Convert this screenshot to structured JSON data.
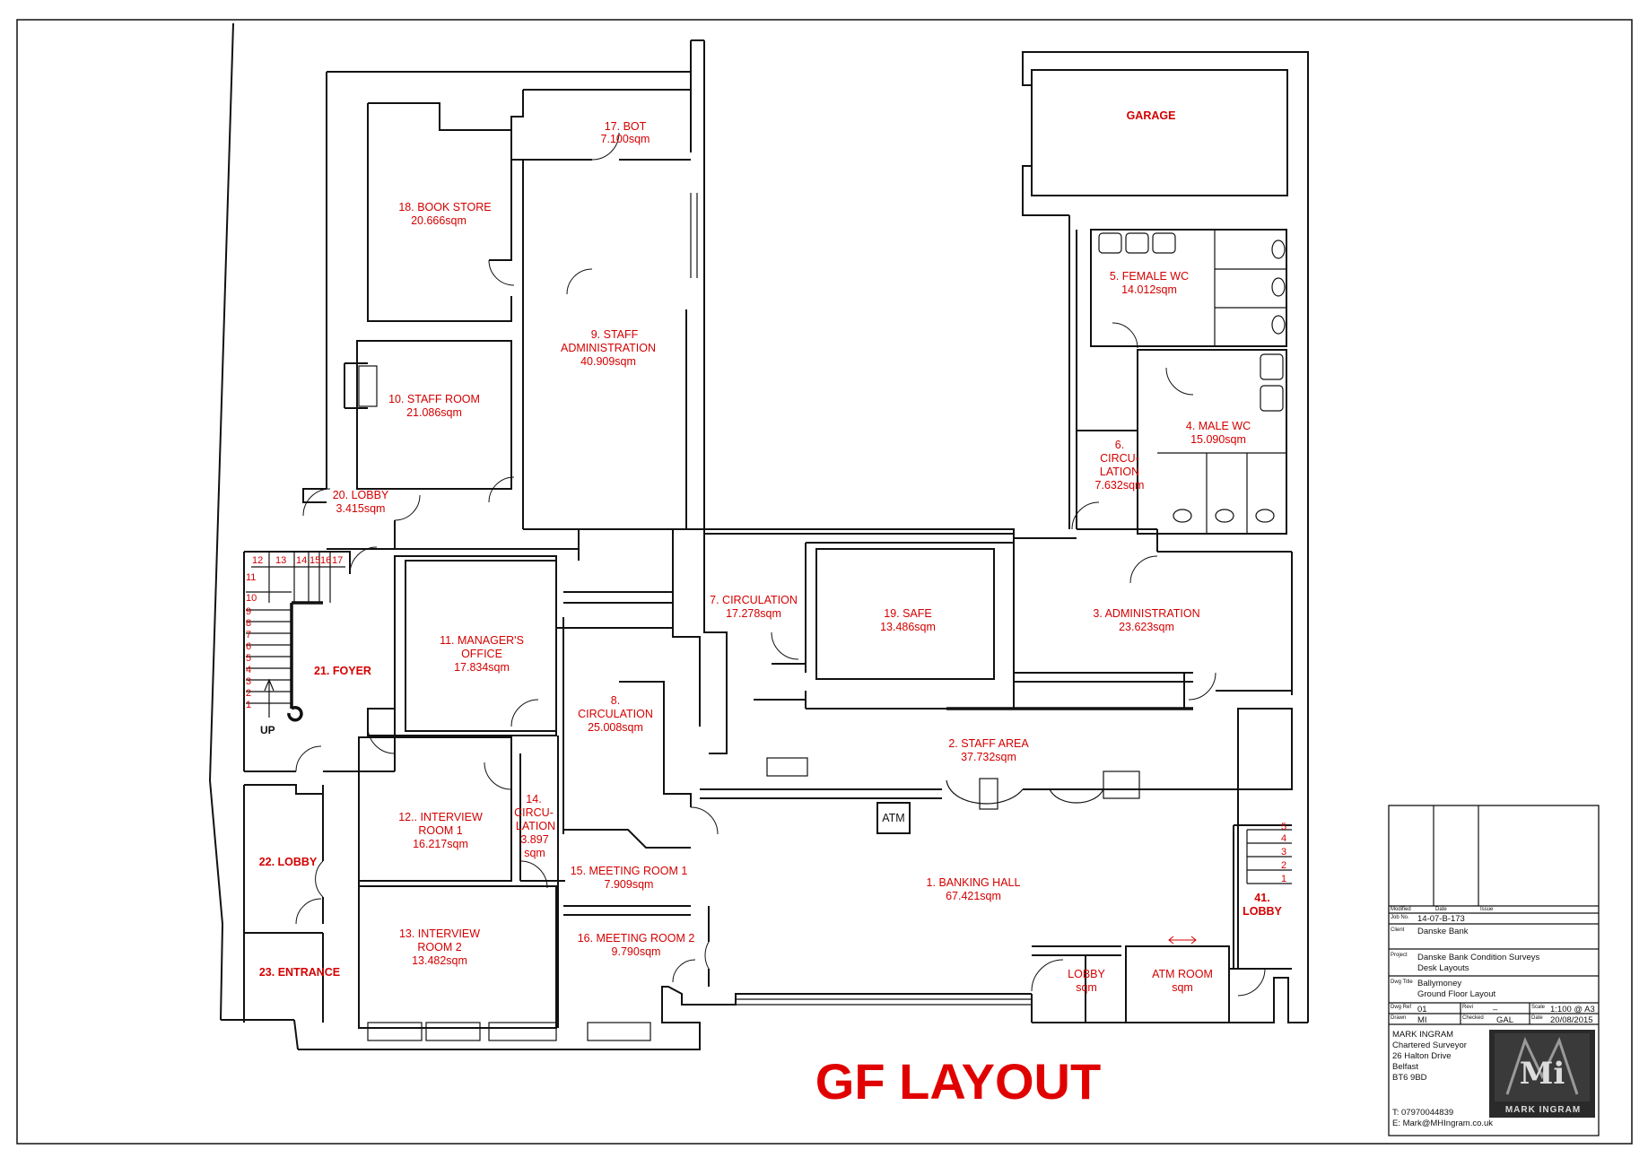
{
  "drawing_title": "GF LAYOUT",
  "rooms": [
    {
      "id": "r17",
      "name": "17. BOT",
      "area": "7.100sqm"
    },
    {
      "id": "r18",
      "name": "18. BOOK STORE",
      "area": "20.666sqm"
    },
    {
      "id": "r9",
      "name_line1": "9. STAFF",
      "name_line2": "ADMINISTRATION",
      "area": "40.909sqm"
    },
    {
      "id": "r10",
      "name": "10. STAFF ROOM",
      "area": "21.086sqm"
    },
    {
      "id": "r20",
      "name": "20. LOBBY",
      "area": "3.415sqm"
    },
    {
      "id": "r21",
      "name": "21. FOYER"
    },
    {
      "id": "r11",
      "name_line1": "11. MANAGER'S",
      "name_line2": "OFFICE",
      "area": "17.834sqm"
    },
    {
      "id": "r8",
      "name_line1": "8.",
      "name_line2": "CIRCULATION",
      "area": "25.008sqm"
    },
    {
      "id": "r7",
      "name": "7. CIRCULATION",
      "area": "17.278sqm"
    },
    {
      "id": "r19",
      "name": "19. SAFE",
      "area": "13.486sqm"
    },
    {
      "id": "r3",
      "name": "3. ADMINISTRATION",
      "area": "23.623sqm"
    },
    {
      "id": "r5",
      "name": "5. FEMALE WC",
      "area": "14.012sqm"
    },
    {
      "id": "r4",
      "name": "4. MALE WC",
      "area": "15.090sqm"
    },
    {
      "id": "r6",
      "name_line1": "6.",
      "name_line2": "CIRCU-",
      "name_line3": "LATION",
      "area": "7.632sqm"
    },
    {
      "id": "garage",
      "name": "GARAGE"
    },
    {
      "id": "r2",
      "name": "2. STAFF AREA",
      "area": "37.732sqm"
    },
    {
      "id": "atm",
      "name": "ATM"
    },
    {
      "id": "r12",
      "name_line1": "12.. INTERVIEW",
      "name_line2": "ROOM 1",
      "area": "16.217sqm"
    },
    {
      "id": "r14",
      "name_line1": "14.",
      "name_line2": "CIRCU-",
      "name_line3": "LATION",
      "area_line1": "3.897",
      "area_line2": "sqm"
    },
    {
      "id": "r15",
      "name": "15. MEETING ROOM 1",
      "area": "7.909sqm"
    },
    {
      "id": "r1",
      "name": "1. BANKING HALL",
      "area": "67.421sqm"
    },
    {
      "id": "r22",
      "name": "22. LOBBY"
    },
    {
      "id": "r13",
      "name_line1": "13. INTERVIEW",
      "name_line2": "ROOM 2",
      "area": "13.482sqm"
    },
    {
      "id": "r16",
      "name": "16. MEETING ROOM 2",
      "area": "9.790sqm"
    },
    {
      "id": "r23",
      "name": "23. ENTRANCE"
    },
    {
      "id": "lobby",
      "name": "LOBBY",
      "area": "sqm"
    },
    {
      "id": "atmroom",
      "name": "ATM ROOM",
      "area": "sqm"
    },
    {
      "id": "r41",
      "name_line1": "41.",
      "name_line2": "LOBBY"
    }
  ],
  "stair_main": {
    "top_steps": [
      "12",
      "13",
      "14",
      "15",
      "16",
      "17"
    ],
    "side_steps": [
      "11",
      "10",
      "9",
      "8",
      "7",
      "6",
      "5",
      "4",
      "3",
      "2",
      "1"
    ],
    "direction_label": "UP"
  },
  "stair_rear": {
    "steps": [
      "5",
      "4",
      "3",
      "2",
      "1"
    ]
  },
  "title_block": {
    "header_labels": [
      "Modified",
      "Date",
      "Issue"
    ],
    "job_no_label": "Job No.",
    "job_no": "14-07-B-173",
    "client_label": "Client",
    "client": "Danske Bank",
    "project_label": "Project",
    "project_line1": "Danske Bank Condition Surveys",
    "project_line2": "Desk Layouts",
    "dwg_title_label": "Dwg Title",
    "dwg_title_line1": "Ballymoney",
    "dwg_title_line2": "Ground Floor Layout",
    "dwg_ref_label": "Dwg Ref",
    "dwg_ref": "01",
    "revision_label": "Revi",
    "revision": "–",
    "scale_label": "Scale",
    "scale": "1:100 @ A3",
    "drawn_label": "Drawn",
    "drawn": "MI",
    "checked_label": "Checked",
    "checked": "GAL",
    "date_label": "Date",
    "date": "20/08/2015",
    "company_name": "MARK INGRAM",
    "company_title": "Chartered Surveyor",
    "address_line1": "26 Halton Drive",
    "address_line2": "Belfast",
    "address_line3": "BT6 9BD",
    "phone": "T: 07970044839",
    "email": "E: Mark@MHIngram.co.uk",
    "logo_text": "MARK INGRAM",
    "logo_initials": "Mi"
  },
  "colors": {
    "label_red": "#d40000",
    "title_red": "#e00000",
    "line": "#111111"
  }
}
